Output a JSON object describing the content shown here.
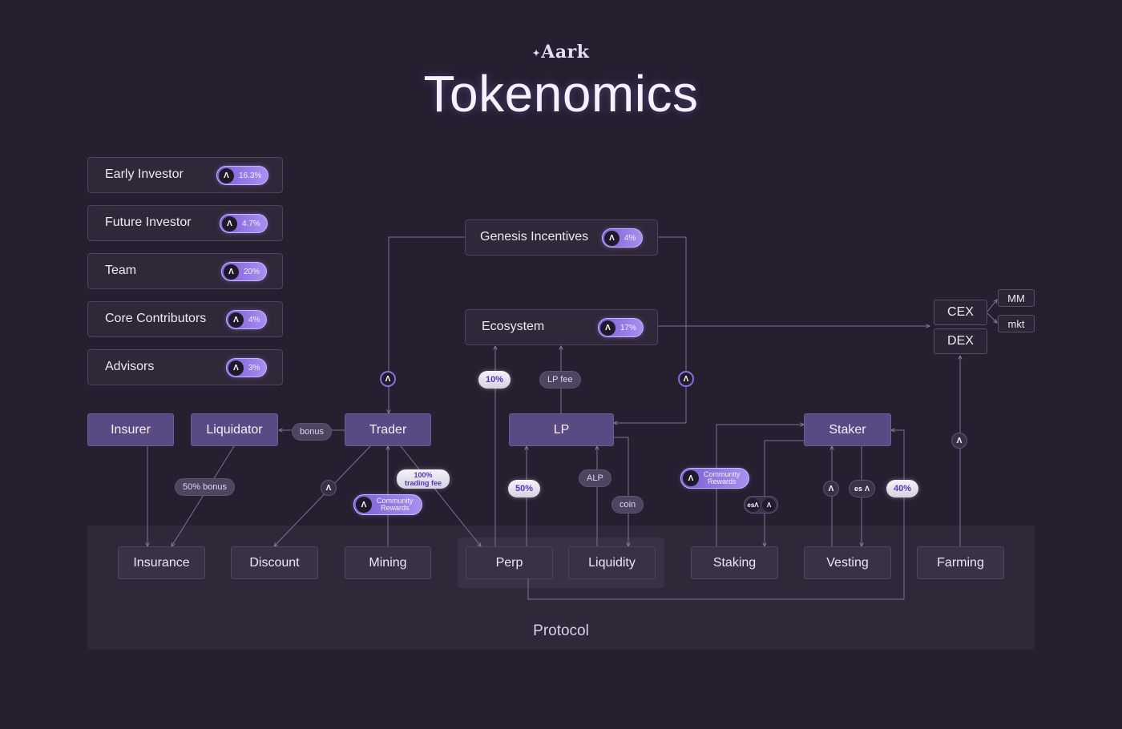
{
  "header": {
    "logo": "Aark",
    "logo_mark": "✦",
    "title": "Tokenomics"
  },
  "token_symbol": "Λ",
  "es_prefix": "es",
  "allocations": [
    {
      "label": "Early Investor",
      "percent": "16.3%"
    },
    {
      "label": "Future Investor",
      "percent": "4.7%"
    },
    {
      "label": "Team",
      "percent": "20%"
    },
    {
      "label": "Core Contributors",
      "percent": "4%"
    },
    {
      "label": "Advisors",
      "percent": "3%"
    }
  ],
  "pools": {
    "genesis": {
      "label": "Genesis Incentives",
      "percent": "4%"
    },
    "ecosystem": {
      "label": "Ecosystem",
      "percent": "17%"
    }
  },
  "exchanges": {
    "cex": "CEX",
    "dex": "DEX",
    "mm": "MM",
    "mkt": "mkt"
  },
  "actors": {
    "insurer": "Insurer",
    "liquidator": "Liquidator",
    "trader": "Trader",
    "lp": "LP",
    "staker": "Staker"
  },
  "destinations": {
    "insurance": "Insurance",
    "discount": "Discount",
    "mining": "Mining",
    "perp": "Perp",
    "liquidity": "Liquidity",
    "staking": "Staking",
    "vesting": "Vesting",
    "farming": "Farming"
  },
  "tags": {
    "bonus": "bonus",
    "fifty_bonus": "50% bonus",
    "hundred_trading_fee_line1": "100%",
    "hundred_trading_fee_line2": "trading fee",
    "ten_percent": "10%",
    "lp_fee": "LP fee",
    "fifty_percent": "50%",
    "alp": "ALP",
    "coin": "coin",
    "forty_percent": "40%",
    "community_line1": "Community",
    "community_line2": "Rewards"
  },
  "protocol_label": "Protocol",
  "colors": {
    "background": "#251f30",
    "accent": "#8a6ee0",
    "actor": "#5a4a83",
    "line": "#7d7390"
  }
}
